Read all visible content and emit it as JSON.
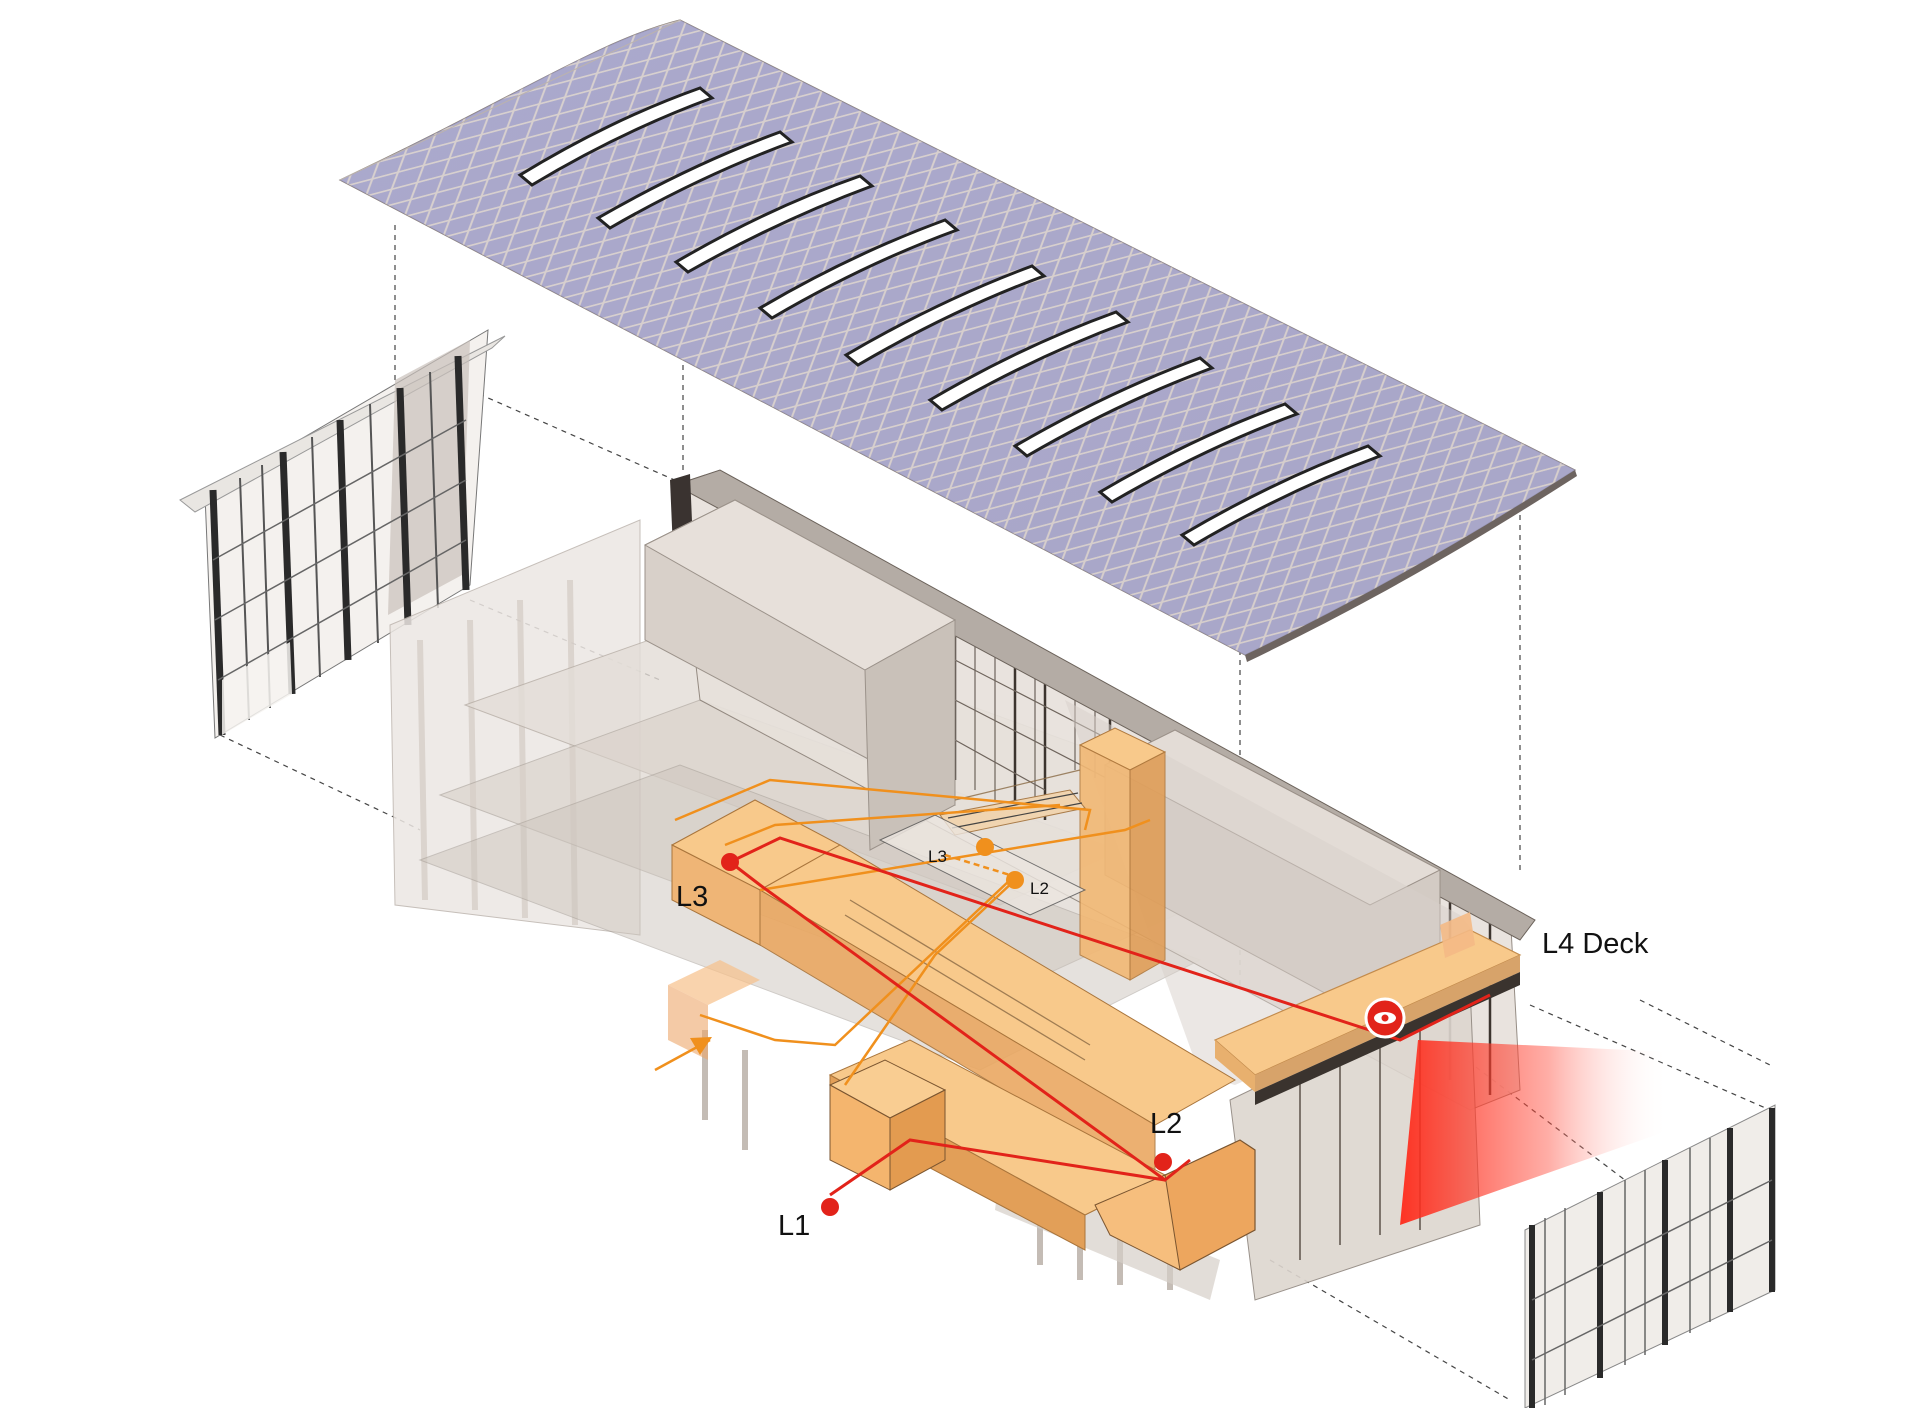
{
  "labels": {
    "l1": "L1",
    "l2": "L2",
    "l3": "L3",
    "l4_deck": "L4 Deck",
    "small_l2": "L2",
    "small_l3": "L3"
  },
  "colors": {
    "roof": "#d8d0cb",
    "solar_panel": "#8f8fc4",
    "truss": "#2a2a2a",
    "building_fill": "#e6e1dc",
    "block_fill": "#d9d2cc",
    "escalator_fill": "#f7c88a",
    "deck_fill": "#f8c98b",
    "route_red": "#e2231a",
    "route_orange": "#f0901d",
    "view_cone": "#ff2a1a",
    "guide_line": "#333333"
  },
  "icons": {
    "viewpoint": "eye-icon",
    "entry_arrow": "arrow-icon"
  }
}
